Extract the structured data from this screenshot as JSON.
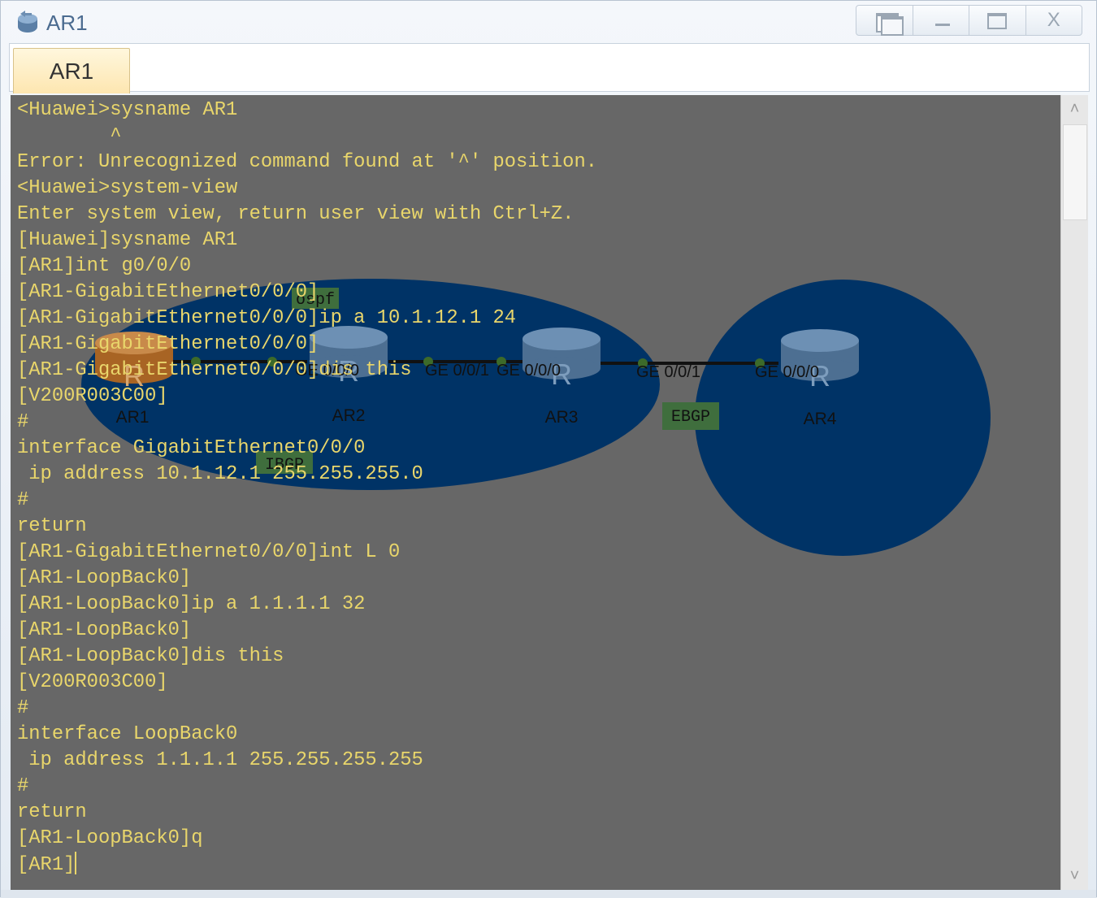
{
  "window": {
    "title": "AR1",
    "close_glyph": "X"
  },
  "tab": {
    "label": "AR1"
  },
  "terminal": {
    "lines": [
      "<Huawei>sysname AR1",
      "        ^",
      "Error: Unrecognized command found at '^' position.",
      "<Huawei>system-view",
      "Enter system view, return user view with Ctrl+Z.",
      "[Huawei]sysname AR1",
      "[AR1]int g0/0/0",
      "[AR1-GigabitEthernet0/0/0]",
      "[AR1-GigabitEthernet0/0/0]ip a 10.1.12.1 24",
      "[AR1-GigabitEthernet0/0/0]",
      "[AR1-GigabitEthernet0/0/0]dis this",
      "[V200R003C00]",
      "#",
      "interface GigabitEthernet0/0/0",
      " ip address 10.1.12.1 255.255.255.0",
      "#",
      "return",
      "[AR1-GigabitEthernet0/0/0]int L 0",
      "[AR1-LoopBack0]",
      "[AR1-LoopBack0]ip a 1.1.1.1 32",
      "[AR1-LoopBack0]",
      "[AR1-LoopBack0]dis this",
      "[V200R003C00]",
      "#",
      "interface LoopBack0",
      " ip address 1.1.1.1 255.255.255.255",
      "#",
      "return",
      "[AR1-LoopBack0]q",
      "[AR1]"
    ],
    "colors": {
      "background": "#676767",
      "text": "#e9d66b"
    }
  },
  "topology": {
    "routers": [
      {
        "name": "AR1",
        "color": "#b8702a"
      },
      {
        "name": "AR2",
        "color": "#4f7397"
      },
      {
        "name": "AR3",
        "color": "#4f7397"
      },
      {
        "name": "AR4",
        "color": "#4f7397"
      }
    ],
    "areas": [
      {
        "label": "ospf"
      },
      {
        "label": "IBGP"
      },
      {
        "label": "EBGP"
      }
    ],
    "port_labels": [
      "GE 0/0/0",
      "GE 0/0/1",
      "GE 0/0/0",
      "GE 0/0/1",
      "GE 0/0/0"
    ],
    "colors": {
      "area_fill": "#003366",
      "label_bg": "#3f6e3d",
      "link": "#111111"
    }
  },
  "scrollbar": {
    "up_glyph": "˄",
    "down_glyph": "˅"
  }
}
